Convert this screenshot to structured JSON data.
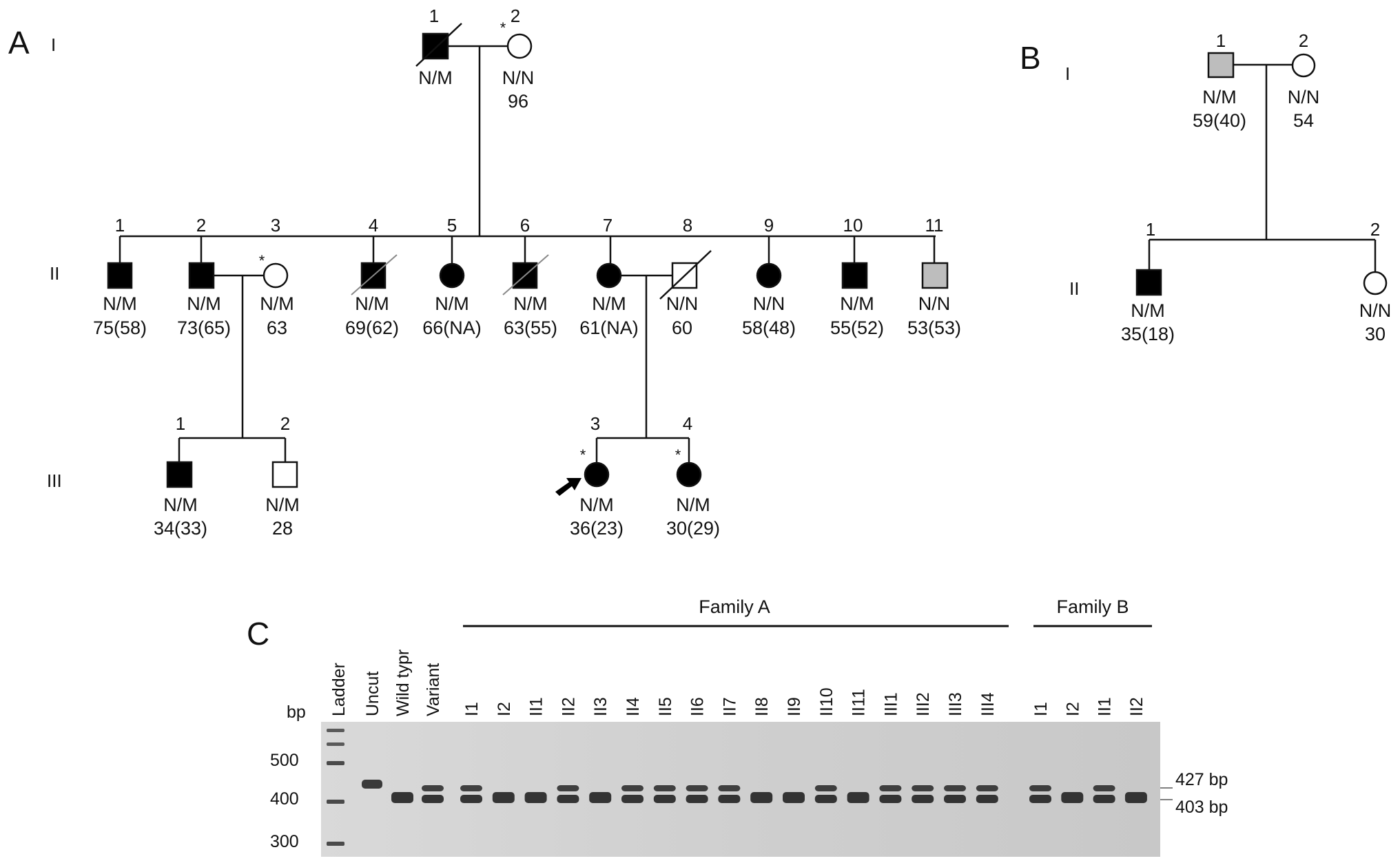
{
  "panels": {
    "A": "A",
    "B": "B",
    "C": "C"
  },
  "colors": {
    "affected": "#000000",
    "uncertain": "#bdbdbd",
    "unaffected": "#ffffff",
    "line": "#111111"
  },
  "family_a": {
    "generations": [
      "I",
      "II",
      "III"
    ],
    "individuals": [
      {
        "gen": "I",
        "num": "1",
        "sex": "male",
        "status": "affected",
        "deceased": true,
        "genotype": "N/M",
        "age": ""
      },
      {
        "gen": "I",
        "num": "2",
        "sex": "female",
        "status": "unaffected",
        "deceased": false,
        "genotype": "N/N",
        "age": "96",
        "star": true
      },
      {
        "gen": "II",
        "num": "1",
        "sex": "male",
        "status": "affected",
        "deceased": false,
        "genotype": "N/M",
        "age": "75(58)"
      },
      {
        "gen": "II",
        "num": "2",
        "sex": "male",
        "status": "affected",
        "deceased": false,
        "genotype": "N/M",
        "age": "73(65)"
      },
      {
        "gen": "II",
        "num": "3",
        "sex": "female",
        "status": "unaffected",
        "deceased": false,
        "genotype": "N/M",
        "age": "63",
        "star": true
      },
      {
        "gen": "II",
        "num": "4",
        "sex": "male",
        "status": "affected",
        "deceased": true,
        "genotype": "N/M",
        "age": "69(62)"
      },
      {
        "gen": "II",
        "num": "5",
        "sex": "female",
        "status": "affected",
        "deceased": false,
        "genotype": "N/M",
        "age": "66(NA)"
      },
      {
        "gen": "II",
        "num": "6",
        "sex": "male",
        "status": "affected",
        "deceased": true,
        "genotype": "N/M",
        "age": "63(55)"
      },
      {
        "gen": "II",
        "num": "7",
        "sex": "female",
        "status": "affected",
        "deceased": false,
        "genotype": "N/M",
        "age": "61(NA)"
      },
      {
        "gen": "II",
        "num": "8",
        "sex": "male",
        "status": "unaffected",
        "deceased": true,
        "genotype": "N/N",
        "age": "60"
      },
      {
        "gen": "II",
        "num": "9",
        "sex": "female",
        "status": "affected",
        "deceased": false,
        "genotype": "N/N",
        "age": "58(48)"
      },
      {
        "gen": "II",
        "num": "10",
        "sex": "male",
        "status": "affected",
        "deceased": false,
        "genotype": "N/M",
        "age": "55(52)"
      },
      {
        "gen": "II",
        "num": "11",
        "sex": "male",
        "status": "uncertain",
        "deceased": false,
        "genotype": "N/N",
        "age": "53(53)"
      },
      {
        "gen": "III",
        "num": "1",
        "sex": "male",
        "status": "affected",
        "deceased": false,
        "genotype": "N/M",
        "age": "34(33)"
      },
      {
        "gen": "III",
        "num": "2",
        "sex": "male",
        "status": "unaffected",
        "deceased": false,
        "genotype": "N/M",
        "age": "28"
      },
      {
        "gen": "III",
        "num": "3",
        "sex": "female",
        "status": "affected",
        "deceased": false,
        "genotype": "N/M",
        "age": "36(23)",
        "star": true,
        "proband": true
      },
      {
        "gen": "III",
        "num": "4",
        "sex": "female",
        "status": "affected",
        "deceased": false,
        "genotype": "N/M",
        "age": "30(29)",
        "star": true
      }
    ]
  },
  "family_b": {
    "generations": [
      "I",
      "II"
    ],
    "individuals": [
      {
        "gen": "I",
        "num": "1",
        "sex": "male",
        "status": "uncertain",
        "deceased": false,
        "genotype": "N/M",
        "age": "59(40)"
      },
      {
        "gen": "I",
        "num": "2",
        "sex": "female",
        "status": "unaffected",
        "deceased": false,
        "genotype": "N/N",
        "age": "54"
      },
      {
        "gen": "II",
        "num": "1",
        "sex": "male",
        "status": "affected",
        "deceased": false,
        "genotype": "N/M",
        "age": "35(18)"
      },
      {
        "gen": "II",
        "num": "2",
        "sex": "female",
        "status": "unaffected",
        "deceased": false,
        "genotype": "N/N",
        "age": "30"
      }
    ]
  },
  "star_symbol": "*",
  "gel": {
    "family_a_label": "Family A",
    "family_b_label": "Family B",
    "bp_label": "bp",
    "ladder_label": "Ladder",
    "size_labels": [
      "500",
      "400",
      "300"
    ],
    "band_labels": [
      "427 bp",
      "403 bp"
    ],
    "lanes": [
      {
        "label": "Uncut",
        "bands": "uncut"
      },
      {
        "label": "Wild typr",
        "bands": "wt"
      },
      {
        "label": "Variant",
        "bands": "het"
      },
      {
        "label": "I1",
        "bands": "het"
      },
      {
        "label": "I2",
        "bands": "wt"
      },
      {
        "label": "II1",
        "bands": "wt"
      },
      {
        "label": "II2",
        "bands": "het"
      },
      {
        "label": "II3",
        "bands": "wt"
      },
      {
        "label": "II4",
        "bands": "het"
      },
      {
        "label": "II5",
        "bands": "het"
      },
      {
        "label": "II6",
        "bands": "het"
      },
      {
        "label": "II7",
        "bands": "het"
      },
      {
        "label": "II8",
        "bands": "wt"
      },
      {
        "label": "II9",
        "bands": "wt"
      },
      {
        "label": "II10",
        "bands": "het"
      },
      {
        "label": "II11",
        "bands": "wt"
      },
      {
        "label": "III1",
        "bands": "het"
      },
      {
        "label": "III2",
        "bands": "het"
      },
      {
        "label": "III3",
        "bands": "het"
      },
      {
        "label": "III4",
        "bands": "het"
      },
      {
        "label": "I1",
        "bands": "het"
      },
      {
        "label": "I2",
        "bands": "wt"
      },
      {
        "label": "II1",
        "bands": "het"
      },
      {
        "label": "II2",
        "bands": "wt"
      }
    ]
  }
}
